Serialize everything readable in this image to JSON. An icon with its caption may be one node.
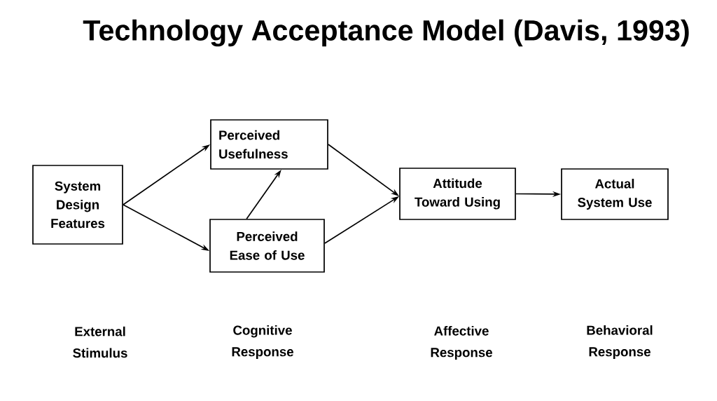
{
  "diagram": {
    "title": "Technology Acceptance Model (Davis, 1993)",
    "nodes": [
      {
        "text": [
          "System Design Features"
        ]
      },
      {
        "text": [
          "Perceived Usefulness"
        ]
      },
      {
        "text": [
          "Perceived Ease of Use"
        ]
      },
      {
        "text": [
          "Attitude Toward Using"
        ]
      },
      {
        "text": [
          "Actual System Use"
        ]
      }
    ],
    "edges": [
      {
        "from": 0,
        "to": 1,
        "arrow": "to"
      },
      {
        "from": 0,
        "to": 2,
        "arrow": "to"
      },
      {
        "from": 2,
        "to": 1,
        "arrow": "to"
      },
      {
        "from": 1,
        "to": 3,
        "arrow": "to"
      },
      {
        "from": 2,
        "to": 3,
        "arrow": "to"
      },
      {
        "from": 3,
        "to": 4,
        "arrow": "to"
      }
    ],
    "labels": [
      "External Stimulus",
      "Cognitive Response",
      "Affective Response",
      "Behavioral Response"
    ]
  }
}
